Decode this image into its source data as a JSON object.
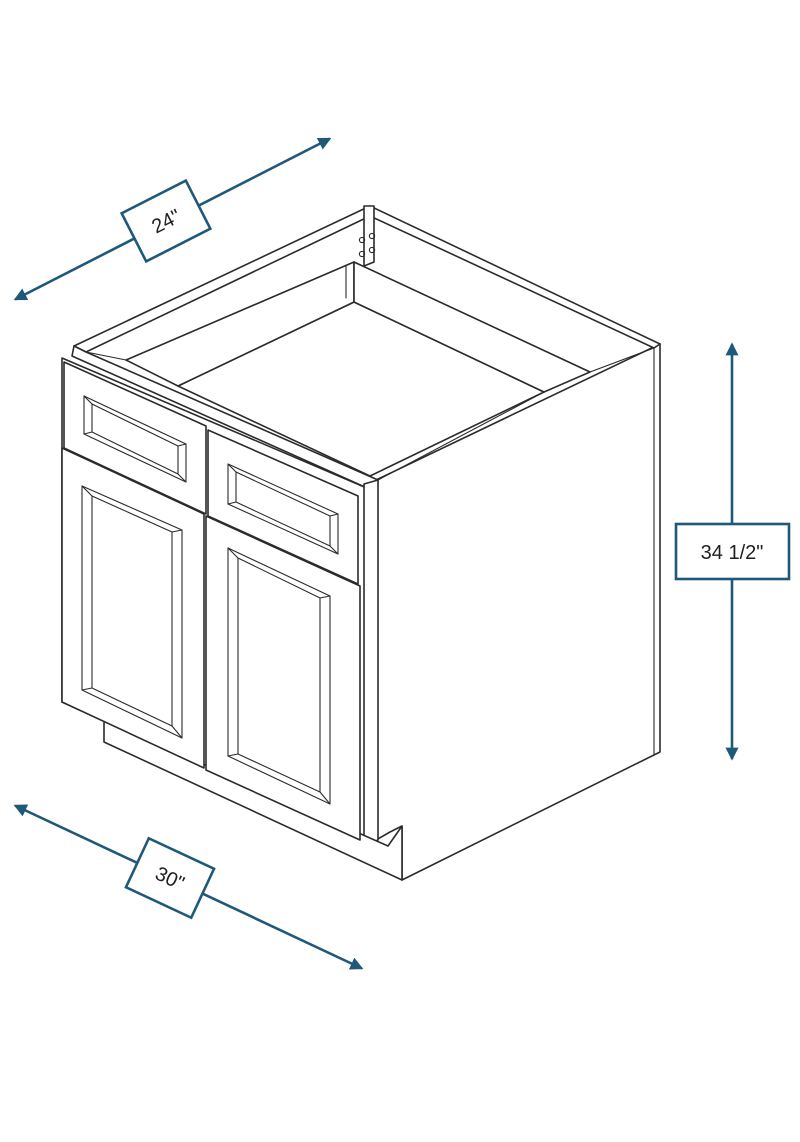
{
  "diagram": {
    "subject": "cabinet",
    "accent_color": "#1f5878",
    "line_color": "#2b2b2b",
    "dimensions": {
      "depth": {
        "label": "24\"",
        "value": 24,
        "unit": "in"
      },
      "width": {
        "label": "30\"",
        "value": 30,
        "unit": "in"
      },
      "height": {
        "label": "34 1/2\"",
        "value": 34.5,
        "unit": "in"
      }
    }
  }
}
